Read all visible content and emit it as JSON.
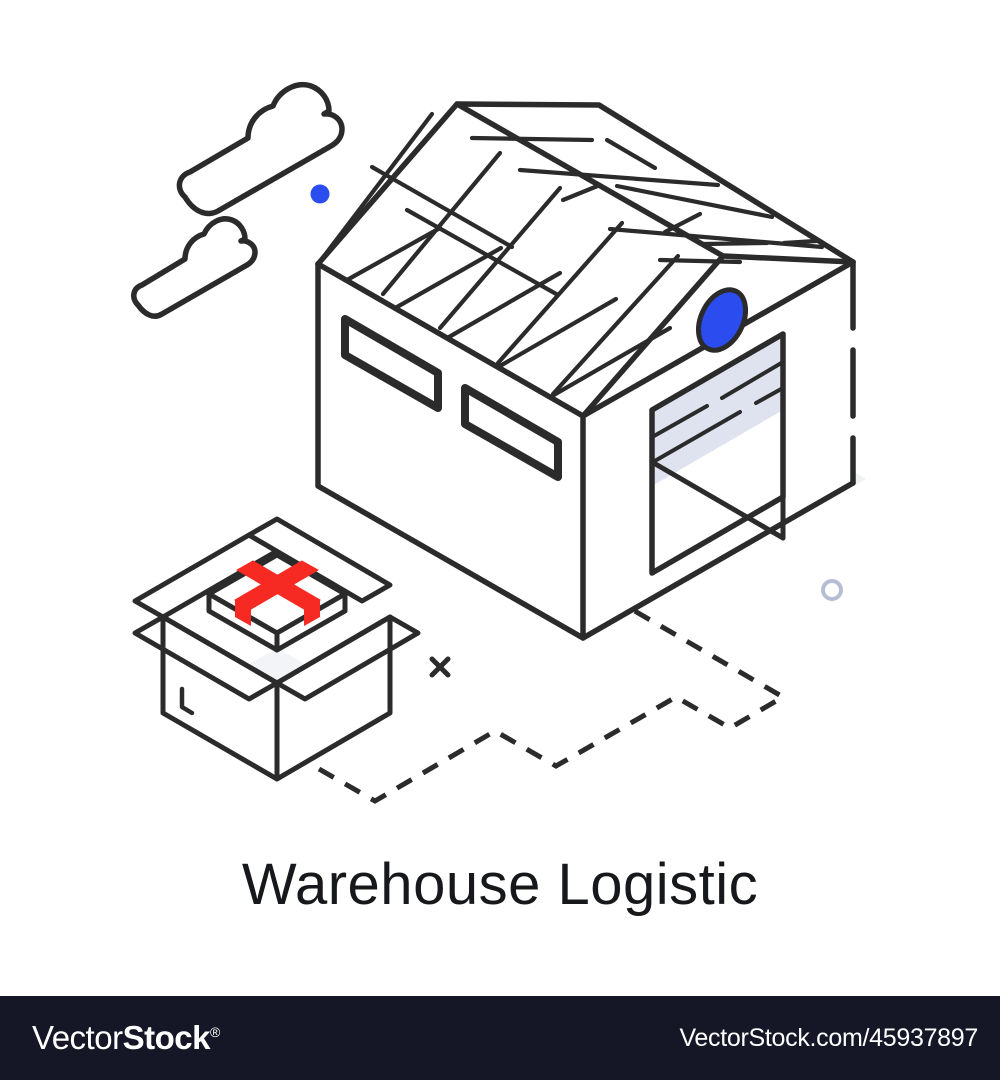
{
  "page": {
    "background_color": "#ffffff",
    "title": "Warehouse Logistic"
  },
  "illustration": {
    "name": "warehouse-logistic-isometric-illustration",
    "style": "isometric line art",
    "colors": {
      "stroke": "#2b2b2b",
      "accent_blue": "#2b4df0",
      "accent_red": "#f62a23",
      "shutter_gray": "#dfe3ef",
      "shadow_gray": "#f0f1f5",
      "ring_gray": "#b6bdd4",
      "white": "#ffffff"
    },
    "elements": [
      {
        "name": "cloud-large",
        "label": "Cloud"
      },
      {
        "name": "cloud-small",
        "label": "Cloud"
      },
      {
        "name": "blue-dot",
        "label": "Blue dot accent"
      },
      {
        "name": "warehouse-building",
        "label": "Warehouse"
      },
      {
        "name": "warehouse-roof",
        "label": "Ribbed gable roof"
      },
      {
        "name": "warehouse-window-left",
        "label": "Window"
      },
      {
        "name": "warehouse-window-right",
        "label": "Window"
      },
      {
        "name": "warehouse-ellipse-vent",
        "label": "Blue oval vent"
      },
      {
        "name": "warehouse-roller-door",
        "label": "Open roller shutter door"
      },
      {
        "name": "open-carton-box",
        "label": "Open cardboard box"
      },
      {
        "name": "gift-box-with-ribbon",
        "label": "Gift box with red ribbon"
      },
      {
        "name": "dashed-route-path",
        "label": "Dashed delivery route"
      },
      {
        "name": "cross-marker",
        "label": "Cross marker"
      },
      {
        "name": "ring-marker",
        "label": "Ring marker"
      }
    ]
  },
  "footer": {
    "brand_light": "Vector",
    "brand_bold": "Stock",
    "brand_registered": "®",
    "url": "VectorStock.com/45937897",
    "background_color": "#151726"
  }
}
